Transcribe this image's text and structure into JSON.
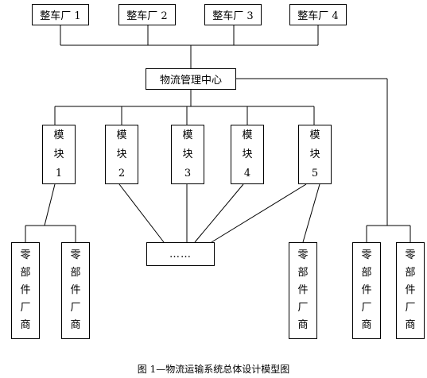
{
  "plants": [
    {
      "label": "整车厂 1"
    },
    {
      "label": "整车厂 2"
    },
    {
      "label": "整车厂 3"
    },
    {
      "label": "整车厂 4"
    }
  ],
  "center": {
    "label": "物流管理中心"
  },
  "modules": [
    {
      "chars": [
        "模",
        "块",
        "1"
      ]
    },
    {
      "chars": [
        "模",
        "块",
        "2"
      ]
    },
    {
      "chars": [
        "模",
        "块",
        "3"
      ]
    },
    {
      "chars": [
        "模",
        "块",
        "4"
      ]
    },
    {
      "chars": [
        "模",
        "块",
        "5"
      ]
    }
  ],
  "ellipsis": {
    "label": "……"
  },
  "supplier": {
    "chars": [
      "零",
      "部",
      "件",
      "厂",
      "商"
    ]
  },
  "caption": "图 1—物流运输系统总体设计模型图"
}
